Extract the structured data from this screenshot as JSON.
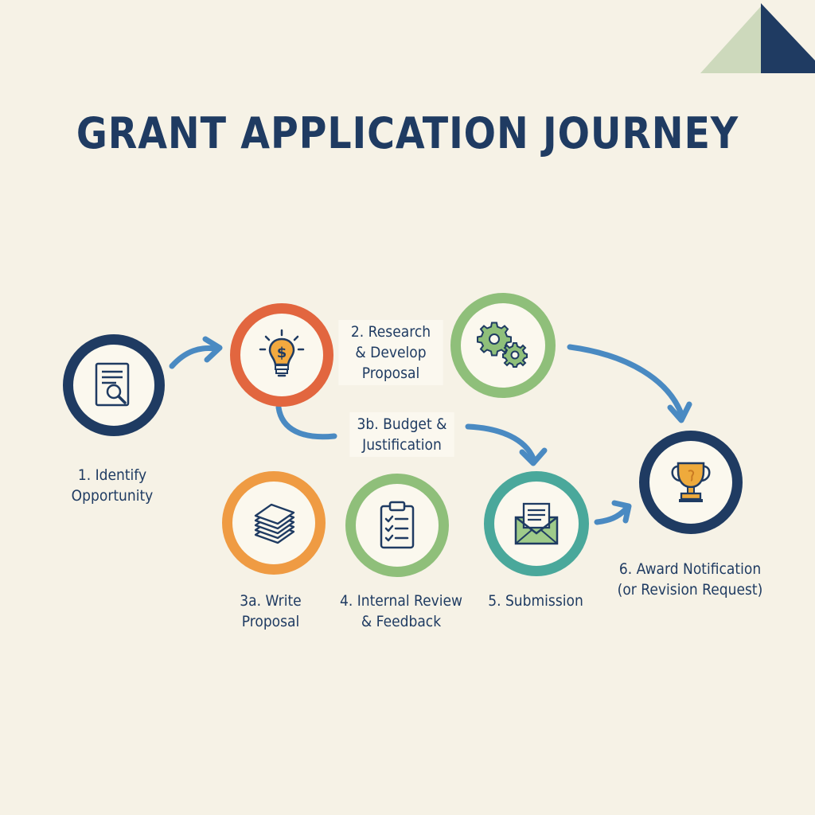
{
  "title": "GRANT APPLICATION JOURNEY",
  "colors": {
    "navy": "#1f3b62",
    "red_orange": "#e2663f",
    "orange": "#ef9b43",
    "green": "#8fbf7a",
    "teal": "#4aa89b",
    "arrow_blue": "#4a8ac2"
  },
  "steps": [
    {
      "id": "identify",
      "label_lines": [
        "1. Identify",
        "Opportunity"
      ],
      "icon": "document-search-icon"
    },
    {
      "id": "research",
      "label_lines": [
        "2. Research",
        "& Develop",
        "Proposal"
      ],
      "icon": "lightbulb-dollar-icon"
    },
    {
      "id": "develop-gears",
      "label_lines": [],
      "icon": "gears-icon"
    },
    {
      "id": "budget",
      "label_lines": [
        "3b. Budget &",
        "Justification"
      ],
      "icon": ""
    },
    {
      "id": "write",
      "label_lines": [
        "3a. Write",
        "Proposal"
      ],
      "icon": "paper-stack-icon"
    },
    {
      "id": "review",
      "label_lines": [
        "4. Internal Review",
        "& Feedback"
      ],
      "icon": "clipboard-checklist-icon"
    },
    {
      "id": "submission",
      "label_lines": [
        "5. Submission"
      ],
      "icon": "envelope-icon"
    },
    {
      "id": "award",
      "label_lines": [
        "6. Award Notification",
        "(or Revision Request)"
      ],
      "icon": "trophy-icon"
    }
  ]
}
